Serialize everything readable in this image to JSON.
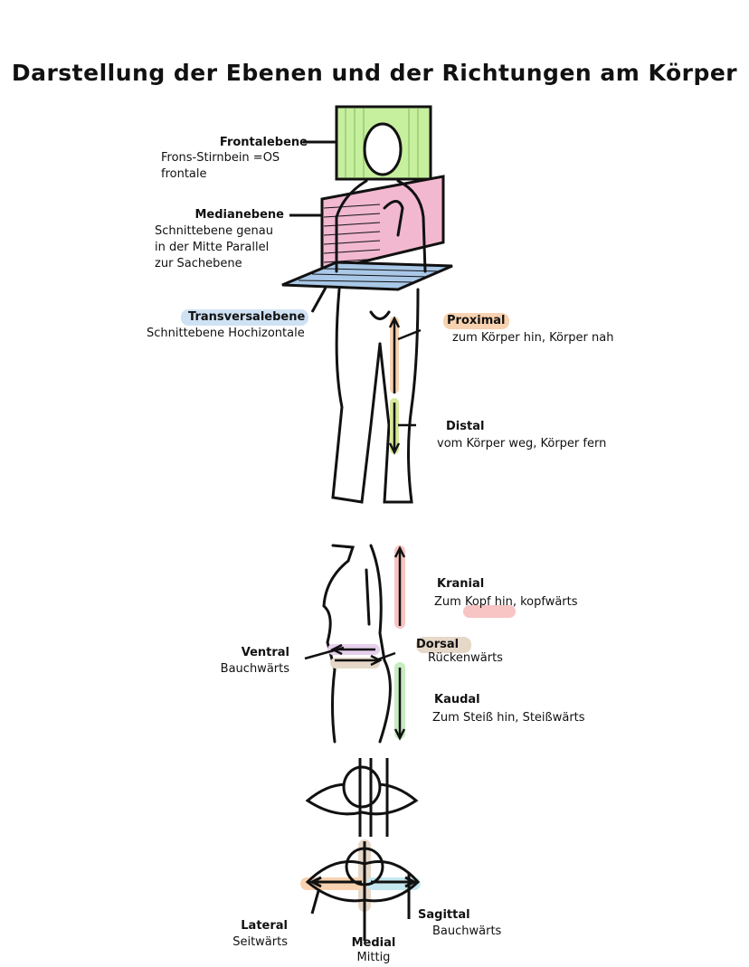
{
  "title": "Darstellung der Ebenen und der Richtungen am Körper",
  "labels": {
    "frontal": {
      "name": "Frontalebene",
      "desc1": "Frons-Stirnbein =OS",
      "desc2": "frontale"
    },
    "median": {
      "name": "Medianebene",
      "desc1": "Schnittebene genau",
      "desc2": "in der Mitte Parallel",
      "desc3": "zur Sachebene"
    },
    "transversal": {
      "name": "Transversalebene",
      "desc1": "Schnittebene Hochizontale"
    },
    "proximal": {
      "name": "Proximal",
      "desc1": "zum Körper hin, Körper nah"
    },
    "distal": {
      "name": "Distal",
      "desc1": "vom Körper weg, Körper fern"
    },
    "kranial": {
      "name": "Kranial",
      "desc1": "Zum Kopf hin, kopfwärts"
    },
    "ventral": {
      "name": "Ventral",
      "desc1": "Bauchwärts"
    },
    "dorsal": {
      "name": "Dorsal",
      "desc1": "Rückenwärts"
    },
    "kaudal": {
      "name": "Kaudal",
      "desc1": "Zum Steiß hin, Steißwärts"
    },
    "lateral": {
      "name": "Lateral",
      "desc1": "Seitwärts"
    },
    "medial": {
      "name": "Medial",
      "desc1": "Mittig"
    },
    "sagittal": {
      "name": "Sagittal",
      "desc1": "Bauchwärts"
    }
  },
  "colors": {
    "frontal": "#c6ef9e",
    "median": "#f2b8d0",
    "transversal": "#a9c8e8",
    "proximal": "#f8d2b0",
    "distal": "#d6e89a",
    "kranial": "#f8c4c4",
    "kaudal": "#c6ecc0",
    "ventral": "#e6d0ec",
    "dorsal": "#e6d8c8"
  }
}
